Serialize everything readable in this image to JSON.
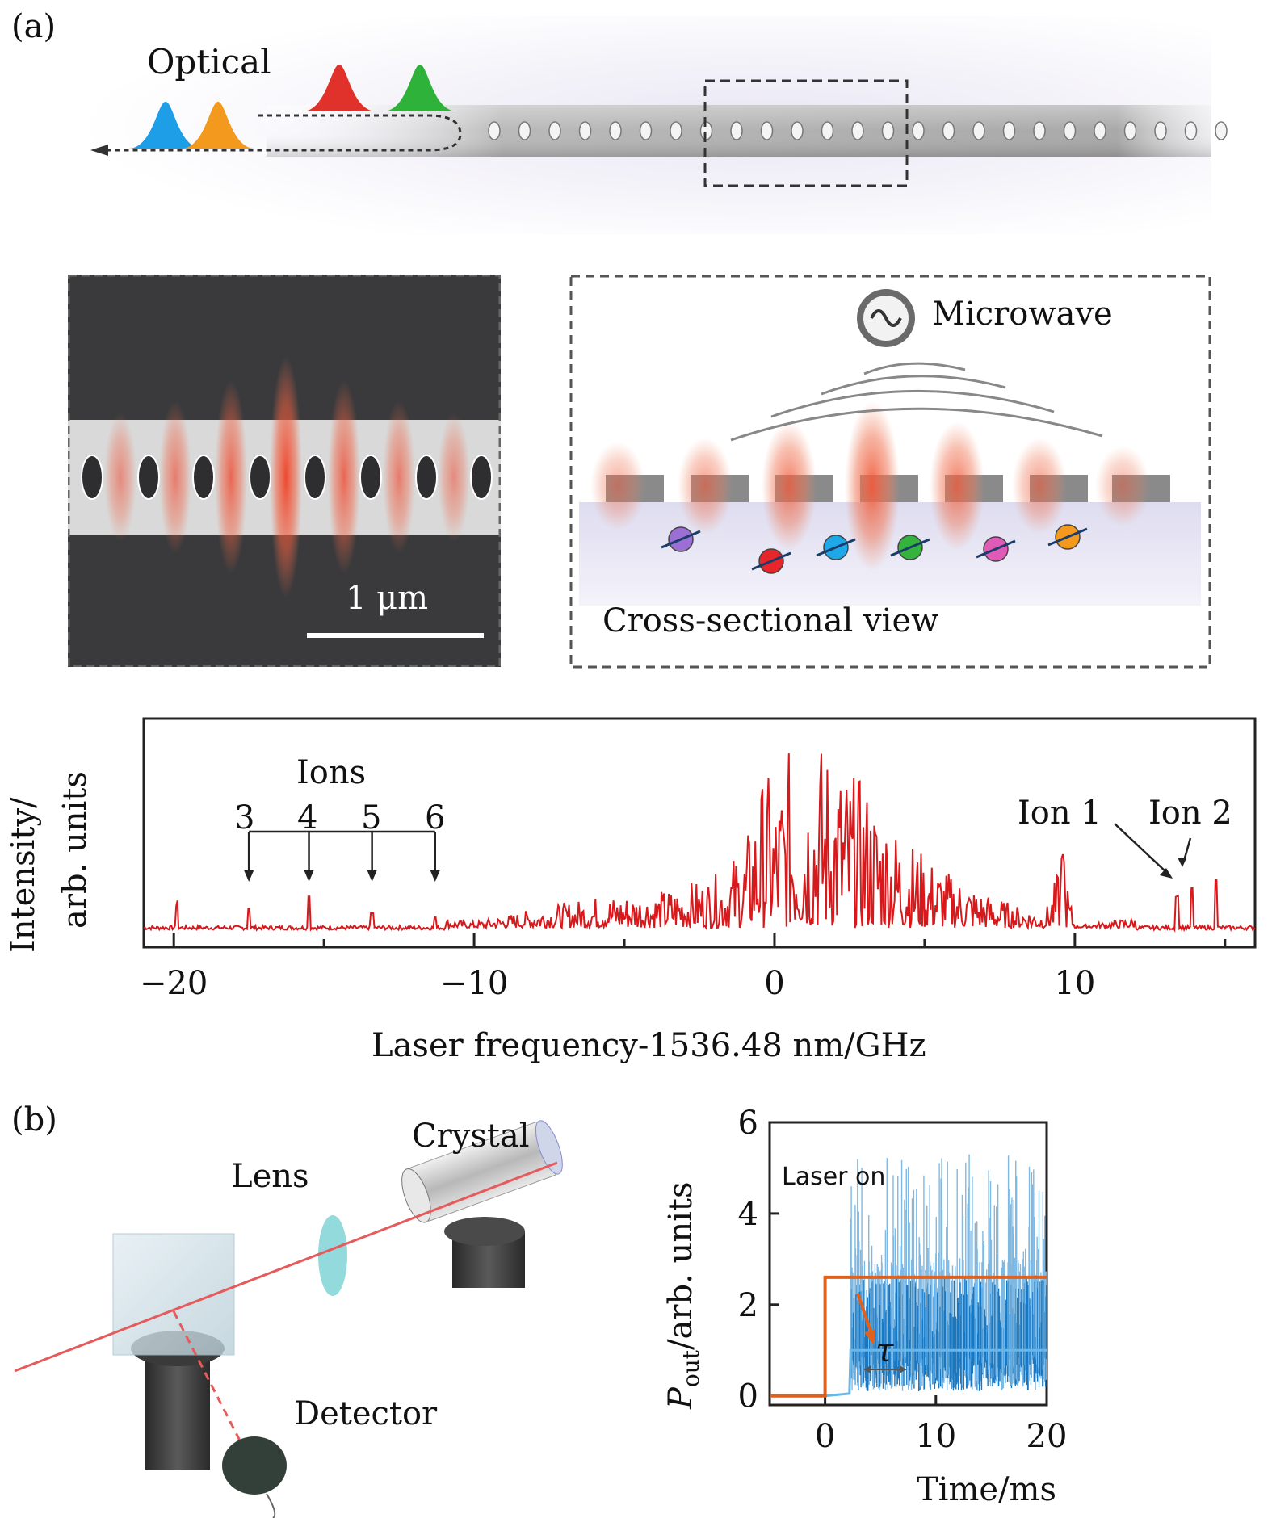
{
  "panel_a": {
    "label": "(a)",
    "optical_label": "Optical",
    "microwave_label": "Microwave",
    "scale_bar": "1 μm",
    "cross_section_label": "Cross-sectional view",
    "pulse_colors": [
      "#1e9ee6",
      "#f39a1e",
      "#e0322a",
      "#2fb23a"
    ],
    "ion_colors": [
      "#9b6fd4",
      "#e6262a",
      "#1ea8e8",
      "#34b43c",
      "#e05bb8",
      "#f39a1e"
    ]
  },
  "spectrum": {
    "ylabel_line1": "Intensity/",
    "ylabel_line2": "arb. units",
    "xlabel": "Laser frequency-1536.48 nm/GHz",
    "ions_label": "Ions",
    "ion_numbers": [
      "3",
      "4",
      "5",
      "6"
    ],
    "ion1_label": "Ion 1",
    "ion2_label": "Ion 2",
    "line_color": "#d7191c"
  },
  "panel_b": {
    "label": "(b)",
    "lens_label": "Lens",
    "crystal_label": "Crystal",
    "detector_label": "Detector"
  },
  "pout_chart": {
    "ylabel_main": "P",
    "ylabel_sub": "out",
    "ylabel_rest": "/arb. units",
    "xlabel": "Time/ms",
    "annotation": "Laser on",
    "tau_label": "τ",
    "laser_color": "#e0601c",
    "signal_color": "#1a78c2"
  },
  "chart_data": [
    {
      "type": "line",
      "xlabel": "Laser frequency-1536.48 nm/GHz",
      "ylabel": "Intensity/arb. units",
      "xlim": [
        -21,
        16
      ],
      "xticks": [
        "-20",
        "-10",
        "0",
        "10"
      ],
      "xtick_values": [
        -20,
        -10,
        0,
        10
      ],
      "series": [
        {
          "x": [
            -21,
            -20,
            -19.9,
            -17.5,
            -15.5,
            -13.4,
            -11.3,
            -10,
            -8,
            -6,
            -4,
            -2,
            -1,
            -0.3,
            0,
            0.5,
            1,
            1.5,
            2,
            2.5,
            3,
            4,
            5,
            6,
            7,
            8,
            9,
            9.6,
            10,
            11,
            12,
            13.4,
            13.9,
            14.3,
            14.7,
            16
          ],
          "y": [
            0.05,
            0.05,
            0.18,
            0.14,
            0.2,
            0.12,
            0.1,
            0.08,
            0.14,
            0.2,
            0.22,
            0.3,
            0.45,
            0.82,
            0.7,
            0.9,
            0.85,
            0.95,
            0.9,
            0.8,
            0.75,
            0.55,
            0.4,
            0.3,
            0.22,
            0.16,
            0.12,
            0.4,
            0.06,
            0.08,
            0.1,
            0.2,
            0.24,
            0.22,
            0.28,
            0.06
          ]
        }
      ]
    },
    {
      "type": "line",
      "xlabel": "Time/ms",
      "ylabel": "Pout/arb. units",
      "xlim": [
        -5,
        20
      ],
      "ylim": [
        -0.2,
        6
      ],
      "xticks": [
        "0",
        "10",
        "20"
      ],
      "xtick_values": [
        0,
        10,
        20
      ],
      "yticks": [
        "0",
        "2",
        "4",
        "6"
      ],
      "ytick_values": [
        0,
        2,
        4,
        6
      ],
      "series": [
        {
          "name": "",
          "x": [
            -5,
            0,
            0,
            20
          ],
          "y": [
            0,
            0,
            2.6,
            2.6
          ]
        },
        {
          "name": "",
          "x": [
            -5,
            0,
            2.2,
            2.3,
            20
          ],
          "y": [
            0,
            0,
            0.05,
            1.0,
            1.0
          ]
        }
      ]
    }
  ]
}
